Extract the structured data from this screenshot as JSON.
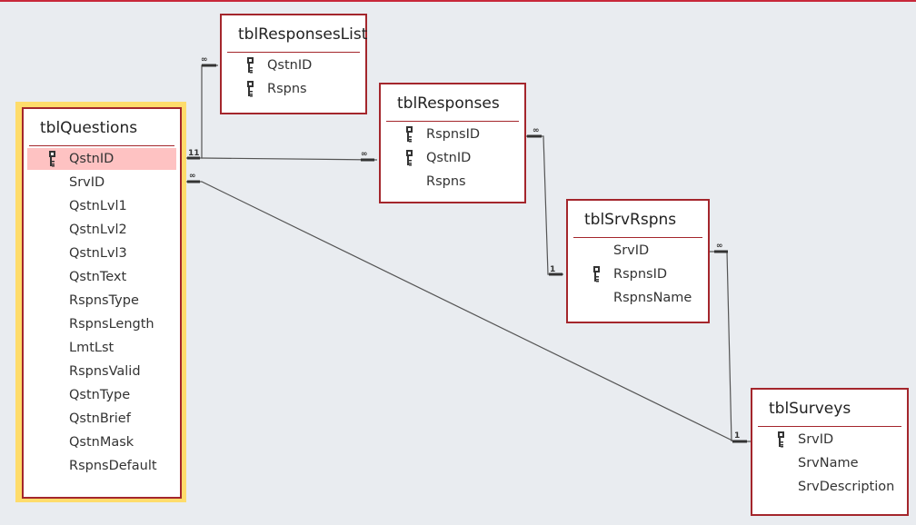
{
  "tables": {
    "responses_list": {
      "title": "tblResponsesList",
      "fields": [
        {
          "name": "QstnID",
          "key": true
        },
        {
          "name": "Rspns",
          "key": true
        }
      ]
    },
    "responses": {
      "title": "tblResponses",
      "fields": [
        {
          "name": "RspnsID",
          "key": true
        },
        {
          "name": "QstnID",
          "key": true
        },
        {
          "name": "Rspns",
          "key": false
        }
      ]
    },
    "questions": {
      "title": "tblQuestions",
      "fields": [
        {
          "name": "QstnID",
          "key": true
        },
        {
          "name": "SrvID"
        },
        {
          "name": "QstnLvl1"
        },
        {
          "name": "QstnLvl2"
        },
        {
          "name": "QstnLvl3"
        },
        {
          "name": "QstnText"
        },
        {
          "name": "RspnsType"
        },
        {
          "name": "RspnsLength"
        },
        {
          "name": "LmtLst"
        },
        {
          "name": "RspnsValid"
        },
        {
          "name": "QstnType"
        },
        {
          "name": "QstnBrief"
        },
        {
          "name": "QstnMask"
        },
        {
          "name": "RspnsDefault"
        }
      ]
    },
    "srv_rspns": {
      "title": "tblSrvRspns",
      "fields": [
        {
          "name": "SrvID"
        },
        {
          "name": "RspnsID",
          "key": true
        },
        {
          "name": "RspnsName"
        }
      ]
    },
    "surveys": {
      "title": "tblSurveys",
      "fields": [
        {
          "name": "SrvID",
          "key": true
        },
        {
          "name": "SrvName"
        },
        {
          "name": "SrvDescription"
        }
      ]
    }
  },
  "cardinality": {
    "one": "1",
    "many": "∞",
    "one_one": "11"
  },
  "colors": {
    "border": "#a4262c",
    "selected": "#fec2c2",
    "highlight": "#fedc6b"
  }
}
